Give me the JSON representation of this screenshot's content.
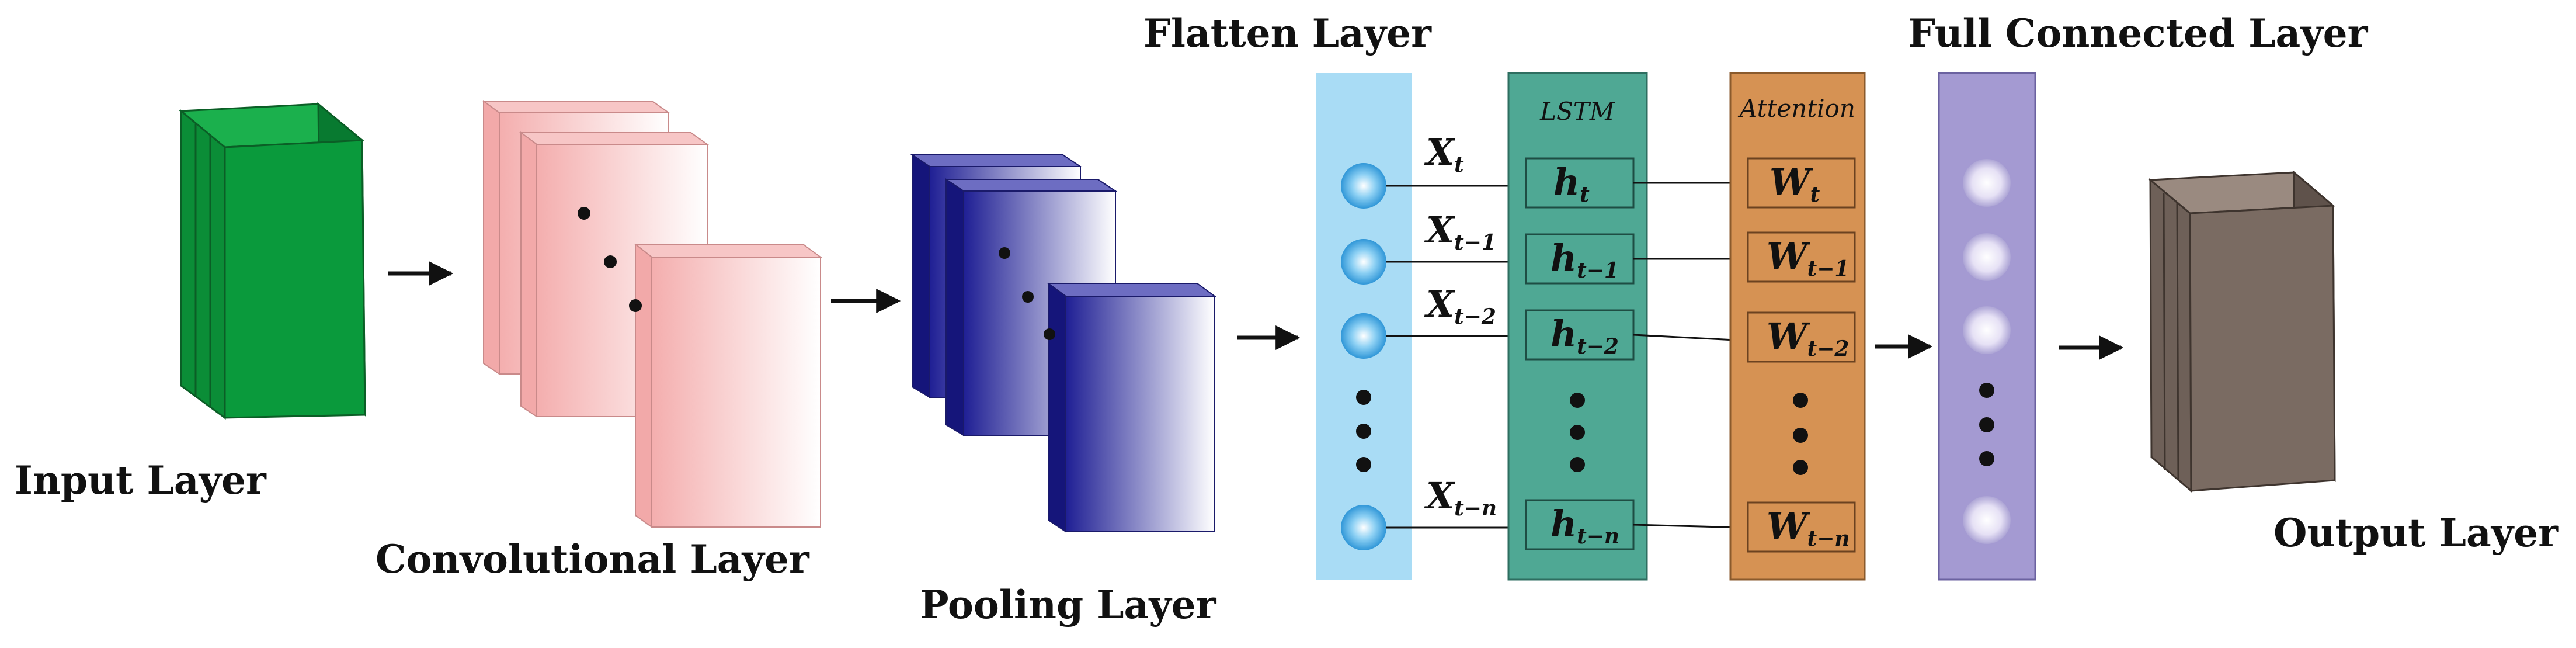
{
  "labels": {
    "input_layer": "Input Layer",
    "convolutional_layer": "Convolutional Layer",
    "pooling_layer": "Pooling Layer",
    "flatten_layer": "Flatten Layer",
    "full_connected_layer": "Full Connected Layer",
    "output_layer": "Output Layer",
    "lstm_header": "LSTM",
    "attention_header": "Attention"
  },
  "flatten_inputs": [
    {
      "base": "X",
      "sub": "t"
    },
    {
      "base": "X",
      "sub": "t−1"
    },
    {
      "base": "X",
      "sub": "t−2"
    },
    {
      "base": "X",
      "sub": "t−n"
    }
  ],
  "lstm_cells": [
    {
      "base": "h",
      "sub": "t"
    },
    {
      "base": "h",
      "sub": "t−1"
    },
    {
      "base": "h",
      "sub": "t−2"
    },
    {
      "base": "h",
      "sub": "t−n"
    }
  ],
  "attention_cells": [
    {
      "base": "W",
      "sub": "t"
    },
    {
      "base": "W",
      "sub": "t−1"
    },
    {
      "base": "W",
      "sub": "t−2"
    },
    {
      "base": "W",
      "sub": "t−n"
    }
  ],
  "colors": {
    "input_block": "#0a9a3c",
    "conv_pink": "#f4aeae",
    "pool_blue": "#1f1f94",
    "flatten_panel": "#a9dcf5",
    "flatten_node": "#2f97d8",
    "lstm_panel": "#4fa894",
    "attention_panel": "#d69253",
    "fc_panel": "#a49ad2",
    "output_block": "#7a6b62"
  }
}
